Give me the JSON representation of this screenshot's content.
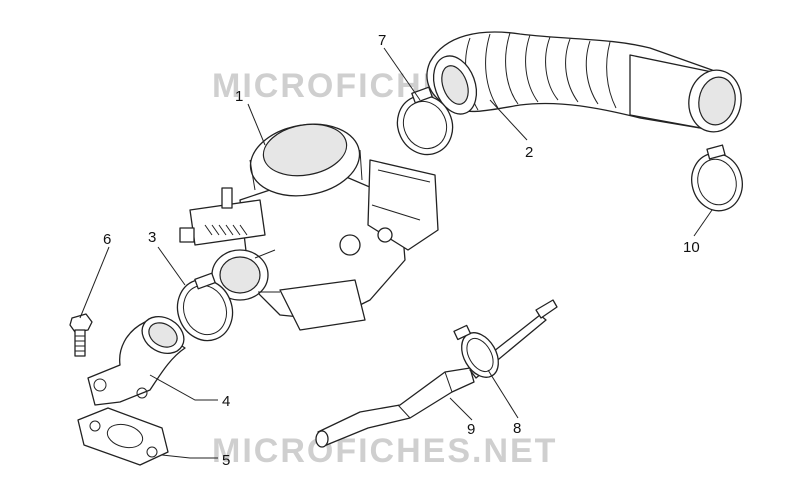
{
  "watermarks": [
    "MICROFICHES.NET",
    "MICROFICHES.NET"
  ],
  "callouts": [
    {
      "num": "1",
      "part": "carburetor"
    },
    {
      "num": "2",
      "part": "intake-duct"
    },
    {
      "num": "3",
      "part": "hose-clamp"
    },
    {
      "num": "4",
      "part": "intake-manifold"
    },
    {
      "num": "5",
      "part": "gasket"
    },
    {
      "num": "6",
      "part": "bolt"
    },
    {
      "num": "7",
      "part": "hose-clamp"
    },
    {
      "num": "8",
      "part": "clamp"
    },
    {
      "num": "9",
      "part": "breather-hose"
    },
    {
      "num": "10",
      "part": "hose-clamp"
    }
  ]
}
